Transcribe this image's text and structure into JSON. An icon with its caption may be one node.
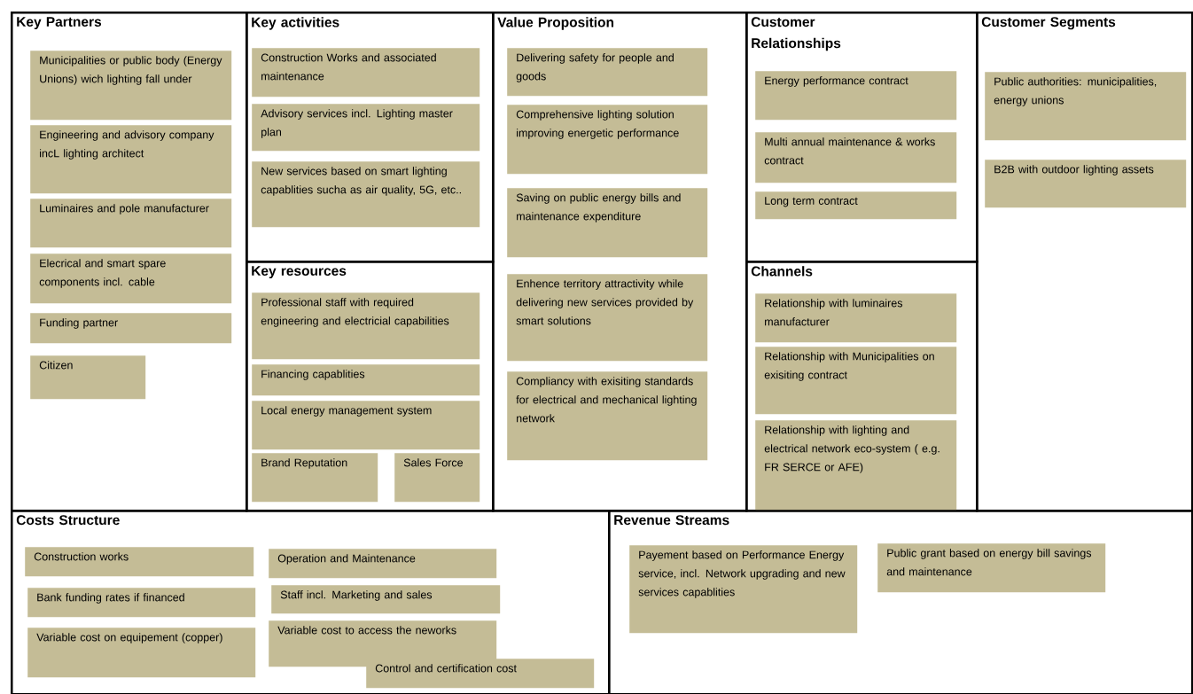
{
  "diagram": {
    "nodes": [
      {
        "text": [
          "Key Partners"
        ]
      },
      {
        "text": [
          "Key activities"
        ]
      },
      {
        "text": [
          "Key resources"
        ]
      },
      {
        "text": [
          "Value Proposition"
        ]
      },
      {
        "text": [
          "Customer Relationships"
        ]
      },
      {
        "text": [
          "Channels"
        ]
      },
      {
        "text": [
          "Customer Segments"
        ]
      },
      {
        "text": [
          "Costs Structure"
        ]
      },
      {
        "text": [
          "Revenue Streams"
        ]
      },
      {
        "text": [
          "Municipalities or public body (Energy Unions) wich lighting fall under"
        ],
        "in": 0
      },
      {
        "text": [
          "Engineering and advisory company incL lighting architect"
        ],
        "in": 0
      },
      {
        "text": [
          "Luminaires and pole manufacturer"
        ],
        "in": 0
      },
      {
        "text": [
          "Elecrical and smart spare components incl. cable"
        ],
        "in": 0
      },
      {
        "text": [
          "Funding partner"
        ],
        "in": 0
      },
      {
        "text": [
          "Citizen"
        ],
        "in": 0
      },
      {
        "text": [
          "Construction Works and associated maintenance"
        ],
        "in": 1
      },
      {
        "text": [
          "Advisory services incl. Lighting master plan"
        ],
        "in": 1
      },
      {
        "text": [
          "New services based on smart lighting capablities sucha as air quality, 5G, etc.."
        ],
        "in": 1
      },
      {
        "text": [
          "Professional staff with required engineering and electricial capabilities"
        ],
        "in": 2
      },
      {
        "text": [
          "Financing capablities"
        ],
        "in": 2
      },
      {
        "text": [
          "Local energy management system"
        ],
        "in": 2
      },
      {
        "text": [
          "Brand Reputation"
        ],
        "in": 2
      },
      {
        "text": [
          "Sales Force"
        ],
        "in": 2
      },
      {
        "text": [
          "Delivering safety for people and goods"
        ],
        "in": 3
      },
      {
        "text": [
          "Comprehensive lighting solution improving energetic performance"
        ],
        "in": 3
      },
      {
        "text": [
          "Saving on public energy bills and maintenance expenditure"
        ],
        "in": 3
      },
      {
        "text": [
          "Enhence territory attractivity while delivering new services provided by smart solutions"
        ],
        "in": 3
      },
      {
        "text": [
          "Compliancy with exisiting standards for electrical and mechanical lighting network"
        ],
        "in": 3
      },
      {
        "text": [
          "Energy performance contract"
        ],
        "in": 4
      },
      {
        "text": [
          "Multi annual maintenance & works contract"
        ],
        "in": 4
      },
      {
        "text": [
          "Long term contract"
        ],
        "in": 4
      },
      {
        "text": [
          "Relationship with luminaires manufacturer"
        ],
        "in": 5
      },
      {
        "text": [
          "Relationship with Municipalities on exisiting contract"
        ],
        "in": 5
      },
      {
        "text": [
          "Relationship with lighting and electrical network eco-system ( e.g. FR SERCE or AFE)"
        ],
        "in": 5
      },
      {
        "text": [
          "Public authorities: municipalities, energy unions"
        ],
        "in": 6
      },
      {
        "text": [
          "B2B with outdoor lighting assets"
        ],
        "in": 6
      },
      {
        "text": [
          "Construction works"
        ],
        "in": 7
      },
      {
        "text": [
          "Bank funding rates if financed"
        ],
        "in": 7
      },
      {
        "text": [
          "Variable cost on equipement (copper)"
        ],
        "in": 7
      },
      {
        "text": [
          "Operation and Maintenance"
        ],
        "in": 7
      },
      {
        "text": [
          "Staff incl. Marketing and sales"
        ],
        "in": 7
      },
      {
        "text": [
          "Variable cost to access the neworks"
        ],
        "in": 7
      },
      {
        "text": [
          "Control and certification cost"
        ],
        "in": 7
      },
      {
        "text": [
          "Payement based on Performance Energy service, incl. Network upgrading and new services capablities"
        ],
        "in": 8
      },
      {
        "text": [
          "Public grant based on energy bill savings and maintenance"
        ],
        "in": 8
      }
    ]
  }
}
